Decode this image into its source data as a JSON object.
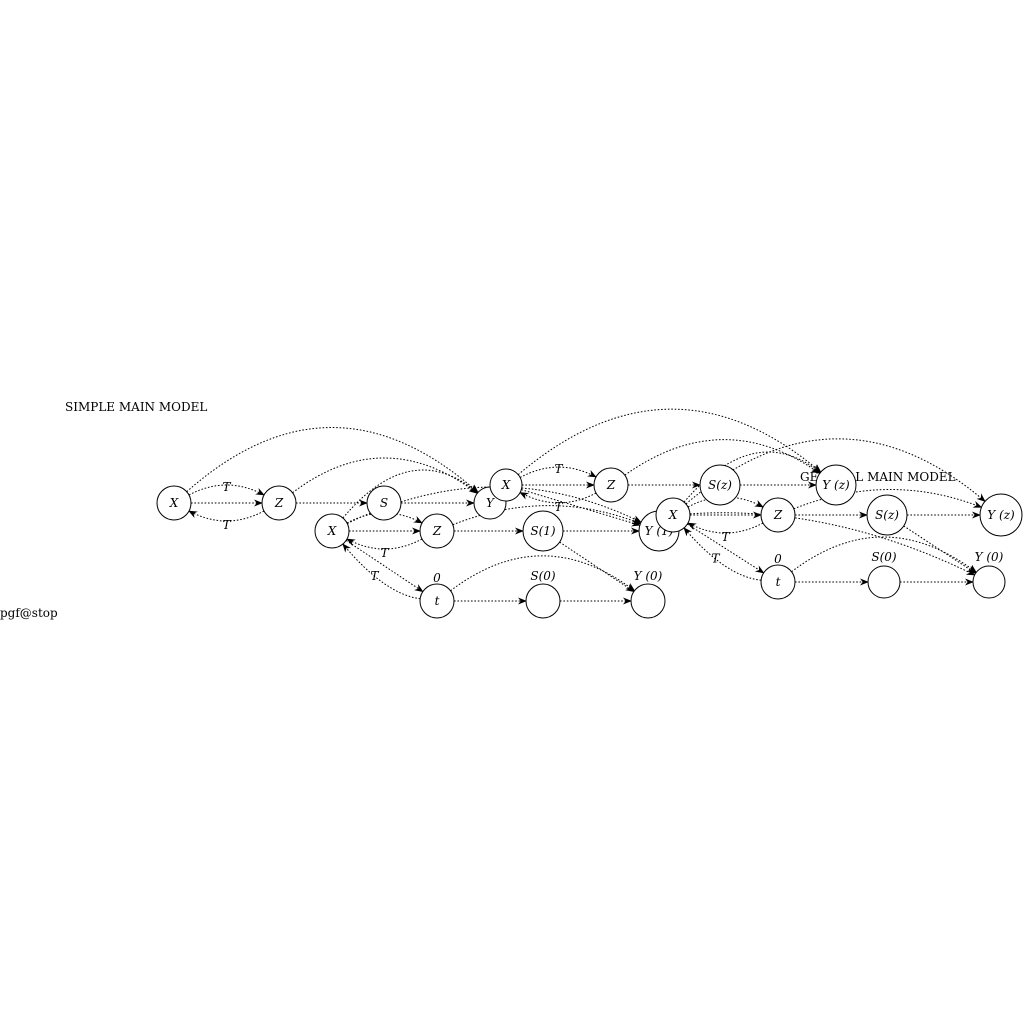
{
  "captions": {
    "simple": "SIMPLE MAIN MODEL",
    "general": "GENERAL MAIN MODEL",
    "artifact": "pgf@stop"
  },
  "edge_label": "T",
  "nodes": [
    {
      "id": "s_x",
      "label": "X",
      "italic": true
    },
    {
      "id": "s_z",
      "label": "Z",
      "italic": true
    },
    {
      "id": "s_s",
      "label": "S",
      "italic": true
    },
    {
      "id": "s_y",
      "label": "Y",
      "italic": true
    },
    {
      "id": "g1_x",
      "label": "X",
      "italic": true
    },
    {
      "id": "g1_z",
      "label": "Z",
      "italic": true
    },
    {
      "id": "g1_s1",
      "label": "S(1)",
      "italic": true
    },
    {
      "id": "g1_y1",
      "label": "Y (1)",
      "italic": true
    },
    {
      "id": "g1_t0",
      "label": "t",
      "italic": true
    },
    {
      "id": "g1_s0",
      "label": "",
      "italic": true
    },
    {
      "id": "g1_y0",
      "label": "",
      "italic": true
    },
    {
      "id": "g2_x",
      "label": "X",
      "italic": true
    },
    {
      "id": "g2_z",
      "label": "Z",
      "italic": true
    },
    {
      "id": "g2_sz",
      "label": "S(z)",
      "italic": true
    },
    {
      "id": "g2_yz",
      "label": "Y (z)",
      "italic": true
    },
    {
      "id": "g2_t0",
      "label": "t",
      "italic": true
    },
    {
      "id": "g2_s0",
      "label": "",
      "italic": true
    },
    {
      "id": "g2_y0",
      "label": "",
      "italic": true
    },
    {
      "id": "g3_x",
      "label": "X",
      "italic": true
    },
    {
      "id": "g3_z",
      "label": "Z",
      "italic": true
    },
    {
      "id": "g3_sz",
      "label": "S(z)",
      "italic": true
    },
    {
      "id": "g3_yz",
      "label": "Y (z)",
      "italic": true
    },
    {
      "id": "g3_t0",
      "label": "t",
      "italic": true
    },
    {
      "id": "g3_s0",
      "label": "",
      "italic": true
    },
    {
      "id": "g3_y0",
      "label": "",
      "italic": true
    }
  ],
  "outside_labels": [
    {
      "id": "g1_l0",
      "text": "0"
    },
    {
      "id": "g1_ls0",
      "text": "S(0)"
    },
    {
      "id": "g1_ly0",
      "text": "Y (0)"
    },
    {
      "id": "g3_l0",
      "text": "0"
    },
    {
      "id": "g3_ls0",
      "text": "S(0)"
    },
    {
      "id": "g3_ly0",
      "text": "Y (0)"
    }
  ],
  "edges": [
    {
      "from": "s_x",
      "to": "s_z",
      "curve": "up",
      "label": true
    },
    {
      "from": "s_z",
      "to": "s_x",
      "curve": "down",
      "label": true
    },
    {
      "from": "s_x",
      "to": "s_z",
      "curve": "straight"
    },
    {
      "from": "s_z",
      "to": "s_s",
      "curve": "straight"
    },
    {
      "from": "s_s",
      "to": "s_y",
      "curve": "straight"
    },
    {
      "from": "s_x",
      "to": "s_y",
      "curve": "arch_high"
    },
    {
      "from": "s_z",
      "to": "s_y",
      "curve": "arch_mid"
    },
    {
      "from": "g1_x",
      "to": "g1_z",
      "curve": "up",
      "label": true
    },
    {
      "from": "g1_z",
      "to": "g1_x",
      "curve": "down",
      "label": true
    },
    {
      "from": "g1_x",
      "to": "g1_z",
      "curve": "straight"
    },
    {
      "from": "g1_z",
      "to": "g1_s1",
      "curve": "straight"
    },
    {
      "from": "g1_s1",
      "to": "g1_y1",
      "curve": "straight"
    },
    {
      "from": "g1_x",
      "to": "g1_t0",
      "curve": "straight",
      "label": true
    },
    {
      "from": "g1_t0",
      "to": "g1_x",
      "curve": "down",
      "label": false
    },
    {
      "from": "g1_t0",
      "to": "g1_s0",
      "curve": "straight"
    },
    {
      "from": "g1_s0",
      "to": "g1_y0",
      "curve": "straight"
    },
    {
      "from": "g1_t0",
      "to": "g1_y0",
      "curve": "arch_mid"
    },
    {
      "from": "g1_s1",
      "to": "g1_y0",
      "curve": "straight"
    },
    {
      "from": "g1_x",
      "to": "g1_y1",
      "curve": "arch_mid"
    },
    {
      "from": "g1_z",
      "to": "g1_y1",
      "curve": "arch_low"
    },
    {
      "from": "g1_x",
      "to": "s_y",
      "curve": "arch_mid"
    },
    {
      "from": "g2_x",
      "to": "g2_z",
      "curve": "up",
      "label": true
    },
    {
      "from": "g2_z",
      "to": "g2_x",
      "curve": "down",
      "label": true
    },
    {
      "from": "g2_x",
      "to": "g2_z",
      "curve": "straight"
    },
    {
      "from": "g2_z",
      "to": "g2_sz",
      "curve": "straight"
    },
    {
      "from": "g2_sz",
      "to": "g2_yz",
      "curve": "straight"
    },
    {
      "from": "g2_x",
      "to": "g2_yz",
      "curve": "arch_high"
    },
    {
      "from": "g2_z",
      "to": "g2_yz",
      "curve": "arch_mid"
    },
    {
      "from": "g2_x",
      "to": "g1_y1",
      "curve": "straight"
    },
    {
      "from": "g3_x",
      "to": "g3_z",
      "curve": "up",
      "label": true
    },
    {
      "from": "g3_z",
      "to": "g3_x",
      "curve": "down",
      "label": true
    },
    {
      "from": "g3_x",
      "to": "g3_z",
      "curve": "straight"
    },
    {
      "from": "g3_z",
      "to": "g3_sz",
      "curve": "straight"
    },
    {
      "from": "g3_sz",
      "to": "g3_yz",
      "curve": "straight"
    },
    {
      "from": "g3_x",
      "to": "g3_t0",
      "curve": "straight",
      "label": true
    },
    {
      "from": "g3_t0",
      "to": "g3_x",
      "curve": "down",
      "label": false
    },
    {
      "from": "g3_t0",
      "to": "g3_s0",
      "curve": "straight"
    },
    {
      "from": "g3_s0",
      "to": "g3_y0",
      "curve": "straight"
    },
    {
      "from": "g3_t0",
      "to": "g3_y0",
      "curve": "arch_mid"
    },
    {
      "from": "g3_x",
      "to": "g2_yz",
      "curve": "arch_mid"
    },
    {
      "from": "g3_x",
      "to": "g3_yz",
      "curve": "arch_high"
    },
    {
      "from": "g3_z",
      "to": "g3_yz",
      "curve": "arch_low"
    },
    {
      "from": "g3_sz",
      "to": "g3_y0",
      "curve": "straight"
    },
    {
      "from": "g3_x",
      "to": "g3_y0",
      "curve": "arch_low"
    }
  ]
}
